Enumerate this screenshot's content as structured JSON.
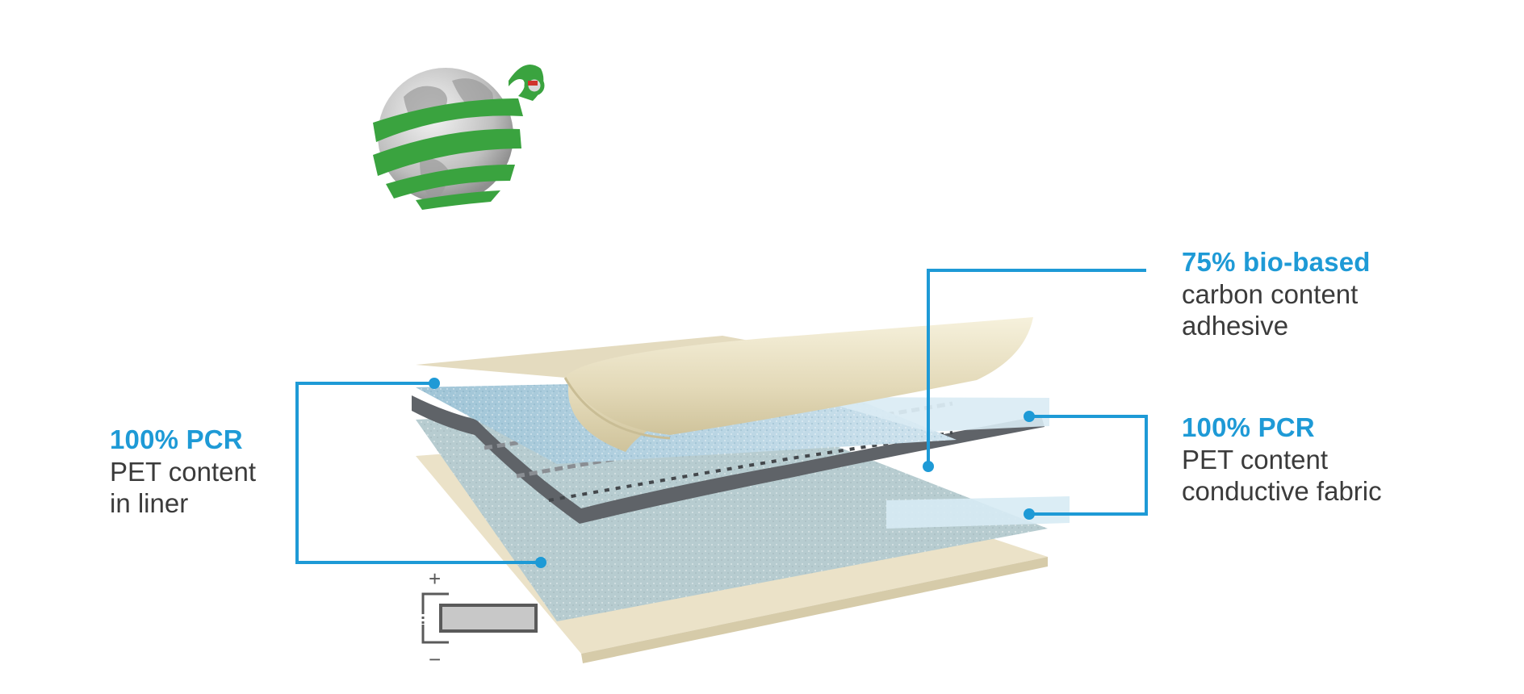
{
  "labels": {
    "liner": {
      "highlight": "100% PCR",
      "lines": [
        "PET content",
        "in liner"
      ]
    },
    "adhesive": {
      "highlight": "75% bio-based",
      "lines": [
        "carbon content",
        "adhesive"
      ]
    },
    "fabric": {
      "highlight": "100% PCR",
      "lines": [
        "PET content",
        "conductive fabric"
      ]
    }
  },
  "battery_symbol": {
    "plus": "+",
    "minus": "−"
  },
  "colors": {
    "accent": "#1e9ad6",
    "text": "#3b3b3b",
    "liner": "#ede5cd",
    "foam": "#b9d4e0",
    "fabric": "#5f6368",
    "globe_tape": "#3aa33f"
  },
  "icons": {
    "logo": "globe-wrapped-in-green-tape-icon",
    "battery": "battery-symbol-icon"
  }
}
